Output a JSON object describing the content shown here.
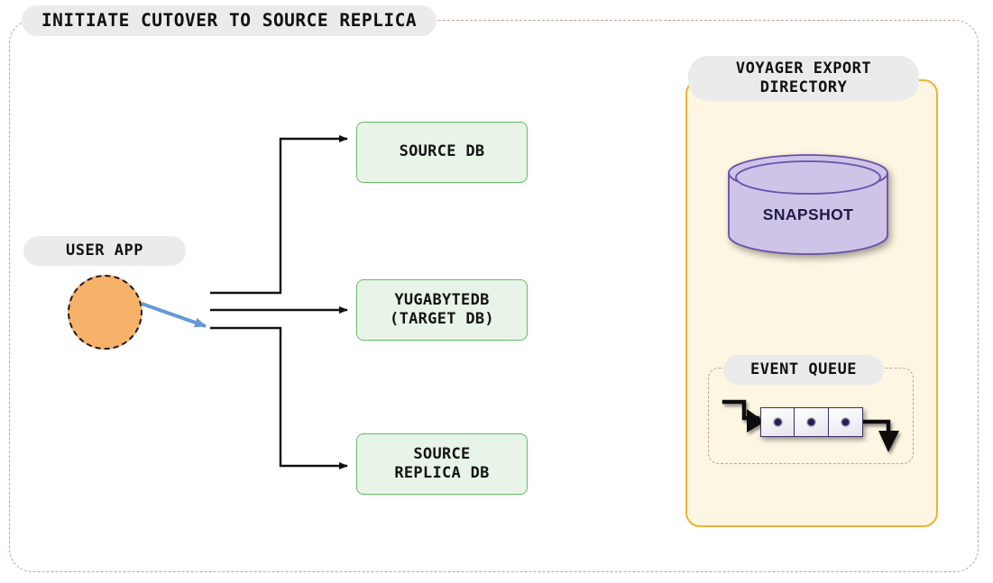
{
  "diagram": {
    "title": "INITIATE CUTOVER TO SOURCE REPLICA",
    "type": "architecture-flow-diagram"
  },
  "nodes": {
    "user_app": {
      "label": "USER APP",
      "shape": "circle",
      "fill_color": "#f7b26a",
      "border_style": "dashed"
    },
    "source_db": {
      "label": "SOURCE DB",
      "shape": "rounded-rect",
      "fill_color": "#e9f4e9",
      "border_color": "#63bd63"
    },
    "target_db": {
      "label": "YUGABYTEDB\n(TARGET DB)",
      "shape": "rounded-rect",
      "fill_color": "#e9f4e9",
      "border_color": "#63bd63"
    },
    "replica_db": {
      "label": "SOURCE\nREPLICA DB",
      "shape": "rounded-rect",
      "fill_color": "#e9f4e9",
      "border_color": "#63bd63"
    }
  },
  "voyager_panel": {
    "label": "VOYAGER EXPORT\nDIRECTORY",
    "label_line_1": "VOYAGER EXPORT",
    "label_line_2": "DIRECTORY",
    "fill_color": "#fdf6e2",
    "border_color": "#eeb134",
    "snapshot": {
      "label": "SNAPSHOT",
      "shape": "cylinder",
      "fill_color": "#cdc4e8",
      "border_color": "#6a4fa8"
    },
    "event_queue": {
      "label": "EVENT QUEUE",
      "cell_count": 3,
      "cells": [
        {
          "name": "event-1"
        },
        {
          "name": "event-2"
        },
        {
          "name": "event-3"
        }
      ]
    }
  },
  "connectors": {
    "user_app_to_source_db": {
      "color": "#111111",
      "style": "solid-elbow"
    },
    "user_app_to_target_db": {
      "color": "#6699d6",
      "style": "solid-diagonal",
      "active": true
    },
    "user_app_to_replica_db": {
      "color": "#111111",
      "style": "solid-elbow"
    }
  },
  "colors": {
    "outer_border": "#c6a394",
    "pill_background": "#ebebeb",
    "accent_orange": "#f7b26a",
    "accent_gold": "#eeb134",
    "accent_green": "#63bd63",
    "accent_purple": "#6a4fa8",
    "accent_blue": "#6699d6"
  }
}
